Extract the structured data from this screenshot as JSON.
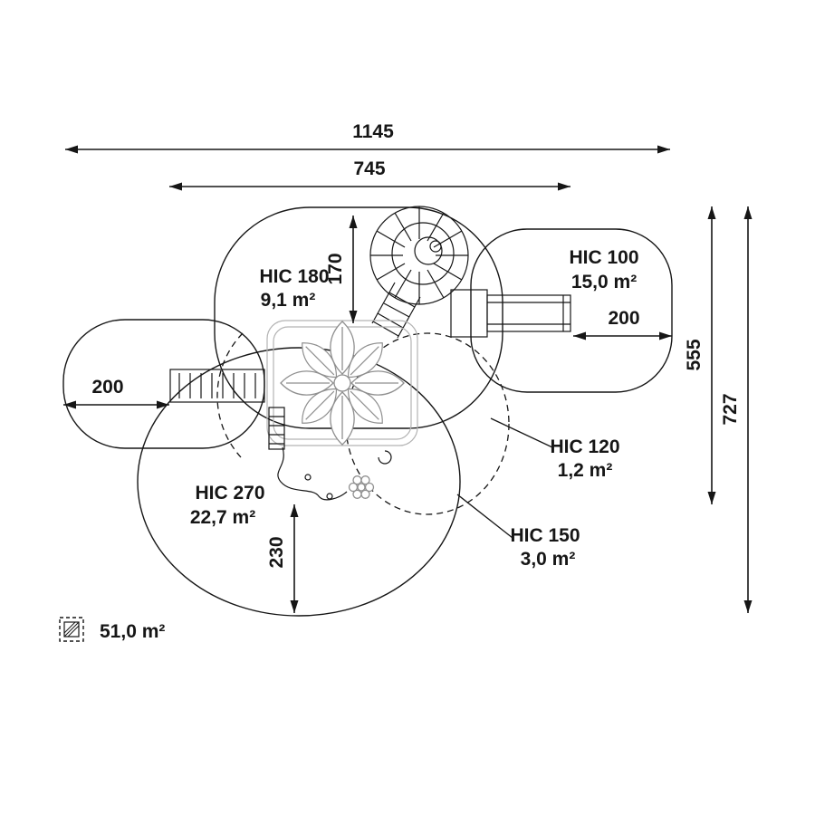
{
  "diagram": {
    "dimensions_cm": {
      "total_width": "1145",
      "inner_width": "745",
      "right_height_inner": "555",
      "right_height_outer": "727",
      "left_offset": "200",
      "right_offset": "200",
      "top_offset": "170",
      "bottom_offset": "230"
    },
    "hic_zones": [
      {
        "label": "HIC 180",
        "area": "9,1 m²"
      },
      {
        "label": "HIC 100",
        "area": "15,0 m²"
      },
      {
        "label": "HIC 120",
        "area": "1,2 m²"
      },
      {
        "label": "HIC 150",
        "area": "3,0 m²"
      },
      {
        "label": "HIC 270",
        "area": "22,7 m²"
      }
    ],
    "legend": {
      "icon": "hatched-area-icon",
      "total_area": "51,0 m²"
    }
  }
}
